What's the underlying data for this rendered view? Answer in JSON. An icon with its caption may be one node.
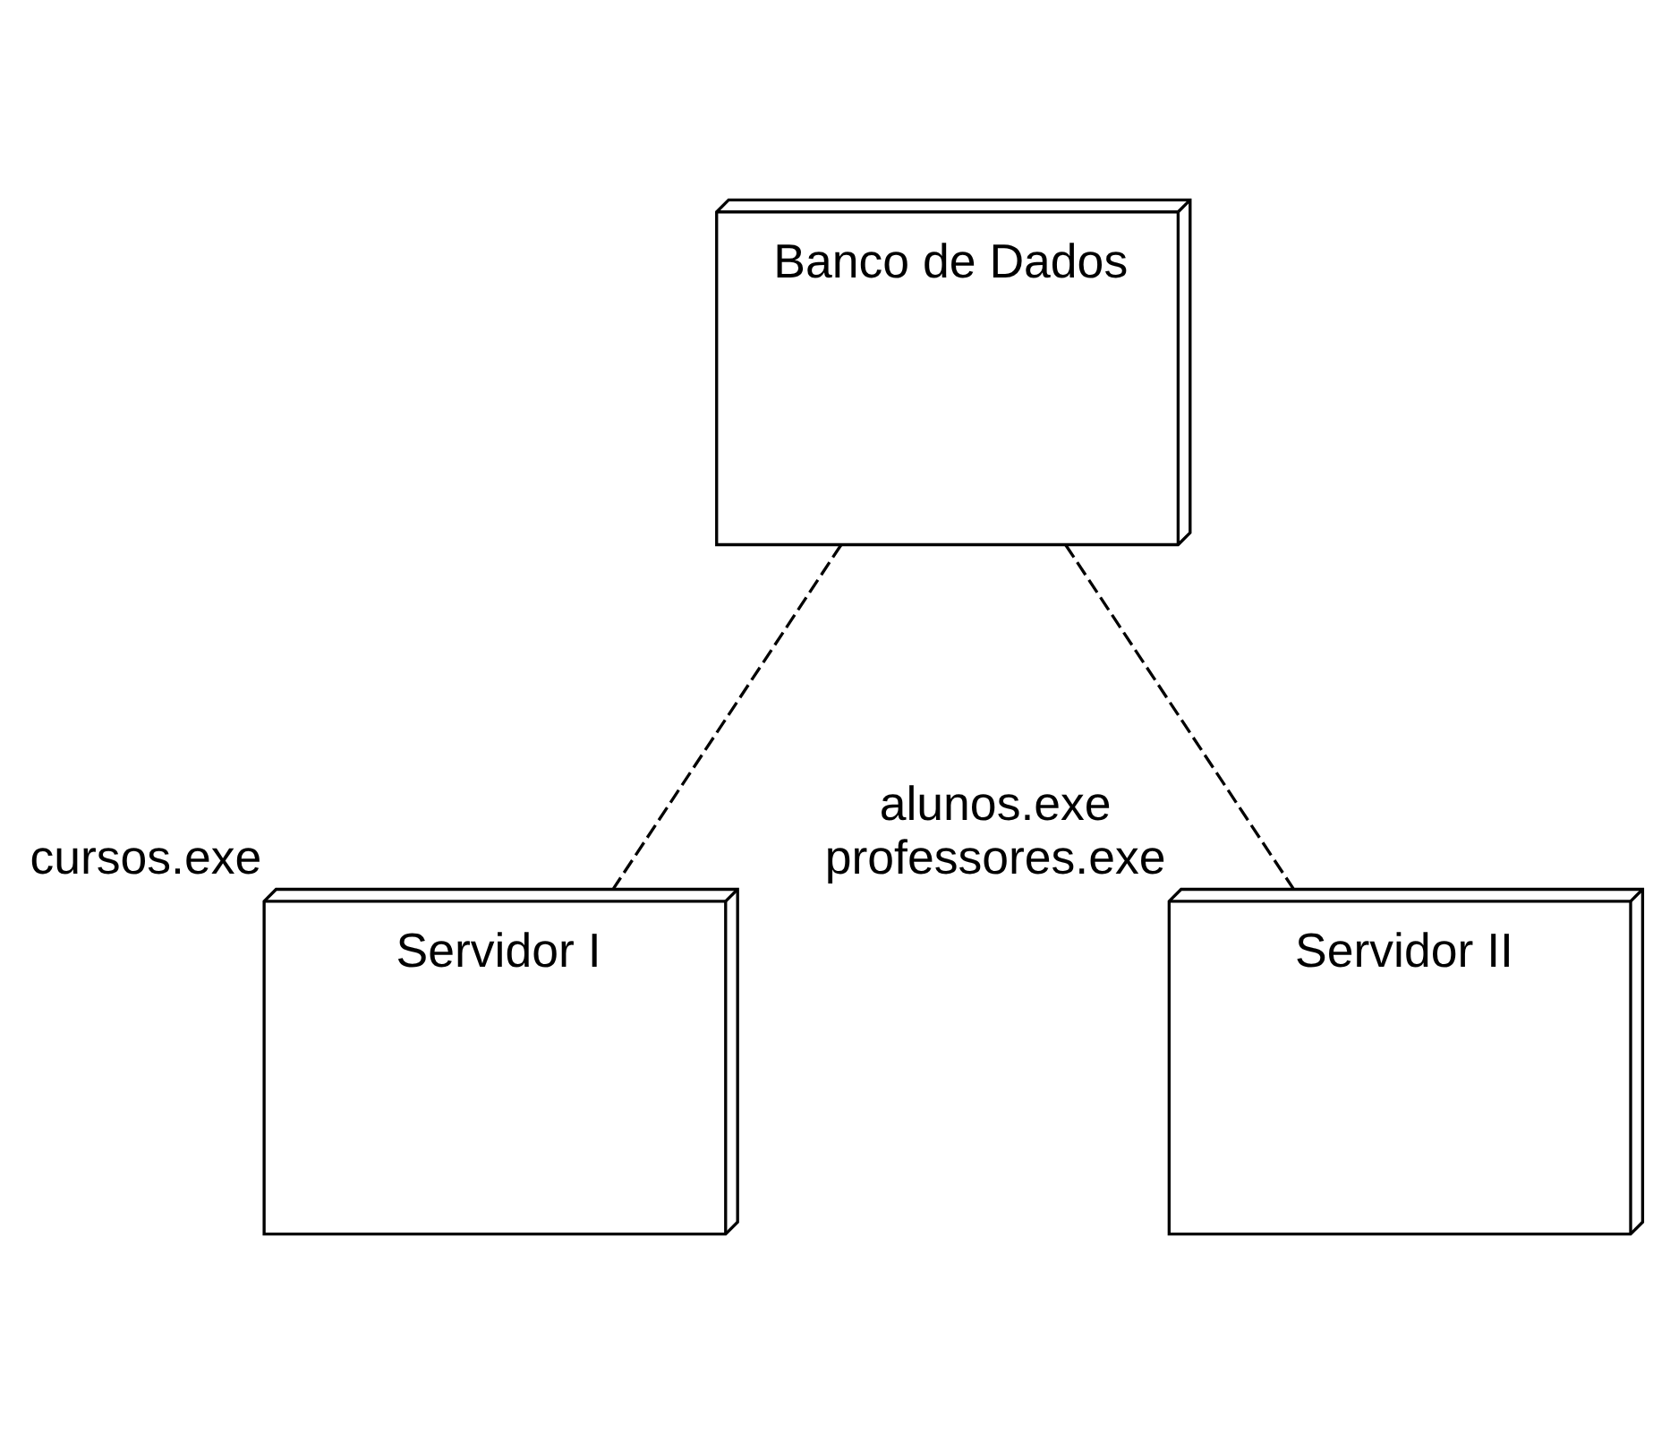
{
  "diagram": {
    "nodes": [
      {
        "text": [
          "Banco de Dados"
        ]
      },
      {
        "text": [
          "Servidor I"
        ],
        "beside": [
          "cursos.exe"
        ]
      },
      {
        "text": [
          "Servidor II"
        ],
        "beside": [
          "alunos.exe",
          "professores.exe"
        ]
      }
    ],
    "edges": [
      {
        "from": 0,
        "to": 1,
        "arrow": "none",
        "style": "dashed"
      },
      {
        "from": 0,
        "to": 2,
        "arrow": "none",
        "style": "dashed"
      }
    ]
  }
}
